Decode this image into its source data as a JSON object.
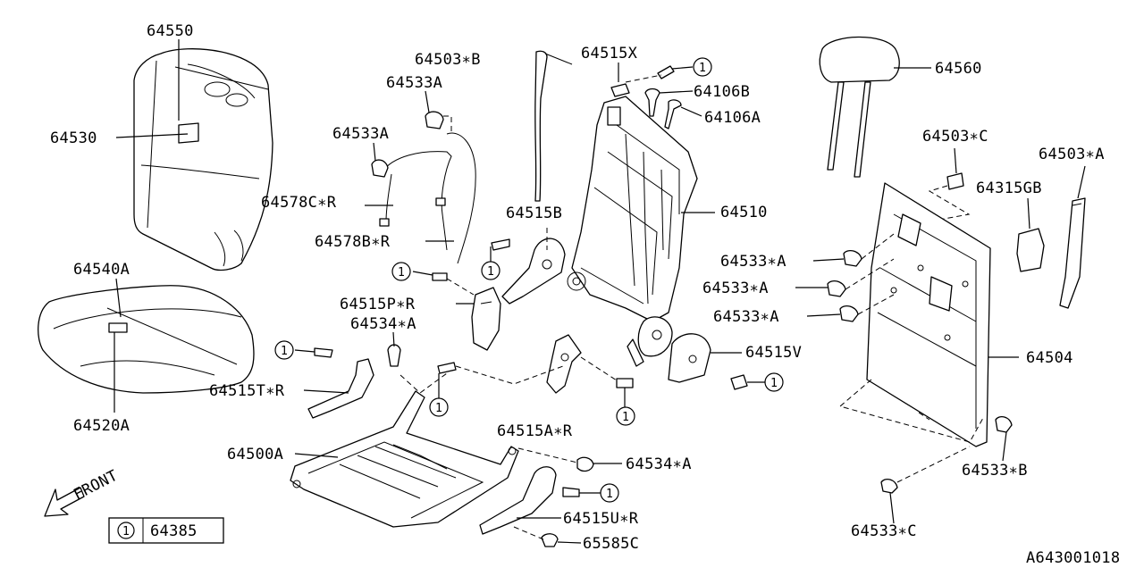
{
  "diagram": {
    "code": "A643001018",
    "front_label": "FRONT",
    "legend": {
      "symbol": "1",
      "part": "64385"
    },
    "callout_symbol": "1",
    "labels": {
      "p64550": "64550",
      "p64530": "64530",
      "p64540A": "64540A",
      "p64520A": "64520A",
      "p64503B": "64503∗B",
      "p64533A_top": "64533A",
      "p64533A_mid": "64533A",
      "p64578C": "64578C∗R",
      "p64578B": "64578B∗R",
      "p64515X": "64515X",
      "p64106B": "64106B",
      "p64106A": "64106A",
      "p64515B": "64515B",
      "p64510": "64510",
      "p64515P": "64515P∗R",
      "p64534A_left": "64534∗A",
      "p64515T": "64515T∗R",
      "p64500A": "64500A",
      "p64515A": "64515A∗R",
      "p64534A_right": "64534∗A",
      "p64515U": "64515U∗R",
      "p65585C": "65585C",
      "p64515V": "64515V",
      "p64560": "64560",
      "p64503C": "64503∗C",
      "p64503A": "64503∗A",
      "p64315GB": "64315GB",
      "p64533A_r1": "64533∗A",
      "p64533A_r2": "64533∗A",
      "p64533A_r3": "64533∗A",
      "p64504": "64504",
      "p64533B": "64533∗B",
      "p64533C": "64533∗C"
    }
  }
}
